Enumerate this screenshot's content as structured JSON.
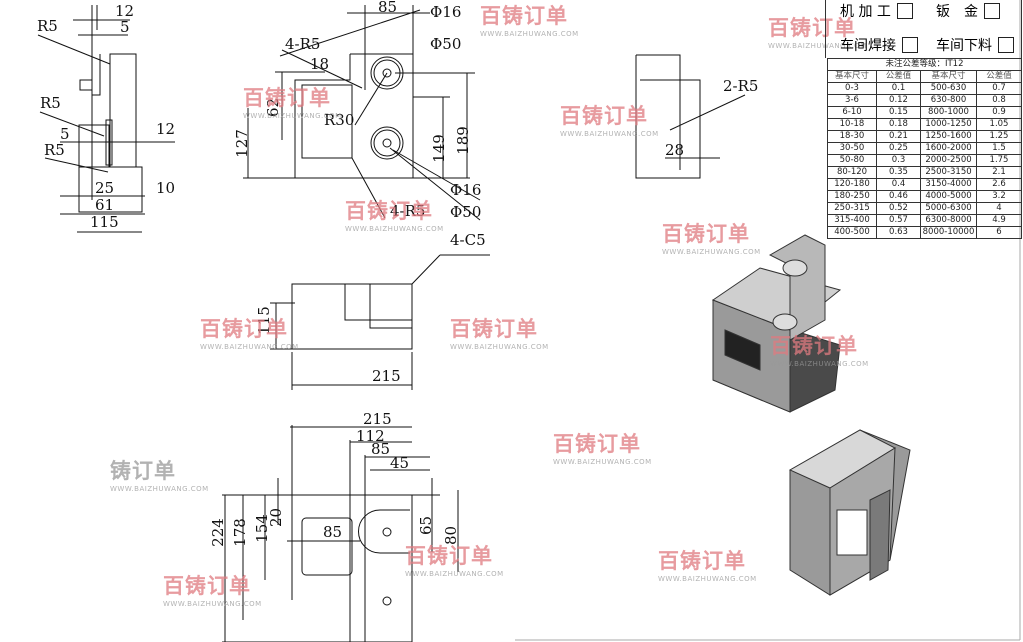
{
  "watermark": {
    "brand": "百铸订单",
    "url": "WWW.BAIZHUWANG.COM",
    "brand_short": "铸订单"
  },
  "checks": [
    {
      "label": "机 加 工"
    },
    {
      "label": "钣　金"
    },
    {
      "label": "车间焊接"
    },
    {
      "label": "车间下料"
    }
  ],
  "tolerance": {
    "title": "未注公差等级：IT12",
    "headers": [
      "基本尺寸",
      "公差值",
      "基本尺寸",
      "公差值"
    ],
    "rows": [
      [
        "0-3",
        "0.1",
        "500-630",
        "0.7"
      ],
      [
        "3-6",
        "0.12",
        "630-800",
        "0.8"
      ],
      [
        "6-10",
        "0.15",
        "800-1000",
        "0.9"
      ],
      [
        "10-18",
        "0.18",
        "1000-1250",
        "1.05"
      ],
      [
        "18-30",
        "0.21",
        "1250-1600",
        "1.25"
      ],
      [
        "30-50",
        "0.25",
        "1600-2000",
        "1.5"
      ],
      [
        "50-80",
        "0.3",
        "2000-2500",
        "1.75"
      ],
      [
        "80-120",
        "0.35",
        "2500-3150",
        "2.1"
      ],
      [
        "120-180",
        "0.4",
        "3150-4000",
        "2.6"
      ],
      [
        "180-250",
        "0.46",
        "4000-5000",
        "3.2"
      ],
      [
        "250-315",
        "0.52",
        "5000-6300",
        "4"
      ],
      [
        "315-400",
        "0.57",
        "6300-8000",
        "4.9"
      ],
      [
        "400-500",
        "0.63",
        "8000-10000",
        "6"
      ]
    ]
  },
  "dims": {
    "left": {
      "d12a": "12",
      "d5a": "5",
      "r5a": "R5",
      "r5b": "R5",
      "d5b": "5",
      "d12b": "12",
      "r5c": "R5",
      "d25": "25",
      "d10": "10",
      "d61": "61",
      "d115": "115"
    },
    "front": {
      "d85": "85",
      "phi16a": "Φ16",
      "phi50a": "Φ50",
      "r5x4a": "4-R5",
      "d18": "18",
      "d62": "62",
      "r30": "R30",
      "d127": "127",
      "d149": "149",
      "d189": "189",
      "phi16b": "Φ16",
      "r5x4b": "4-R5",
      "phi50b": "Φ50"
    },
    "side": {
      "r5x2": "2-R5",
      "d28": "28"
    },
    "top": {
      "c5x4": "4-C5",
      "d115": "115",
      "d215": "215"
    },
    "bottom": {
      "d215": "215",
      "d112": "112",
      "d85a": "85",
      "d45": "45",
      "d224": "224",
      "d178": "178",
      "d154": "154",
      "d20": "20",
      "d85b": "85",
      "d65": "65",
      "d80": "80"
    }
  }
}
